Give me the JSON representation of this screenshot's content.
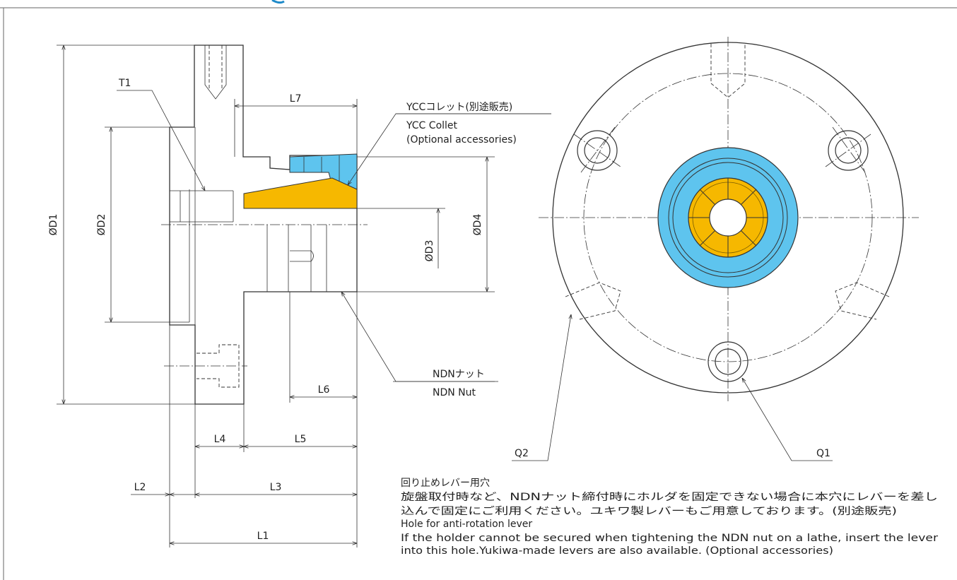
{
  "labels": {
    "d1": "ØD1",
    "d2": "ØD2",
    "d3": "ØD3",
    "d4": "ØD4",
    "t1": "T1",
    "l1": "L1",
    "l2": "L2",
    "l3": "L3",
    "l4": "L4",
    "l5": "L5",
    "l6": "L6",
    "l7": "L7",
    "q1": "Q1",
    "q2": "Q2"
  },
  "callouts": {
    "collet_jp": "YCCコレット(別途販売)",
    "collet_en1": "YCC Collet",
    "collet_en2": "(Optional accessories)",
    "nut_jp": "NDNナット",
    "nut_en": "NDN Nut"
  },
  "notes": {
    "jp_title": "回り止めレバー用穴",
    "jp_line1": "旋盤取付時など、NDNナット締付時にホルダを固定できない場合に本穴にレバーを差し",
    "jp_line2": "込んで固定にご利用ください。ユキワ製レバーもご用意しております。(別途販売)",
    "en_title": "Hole for anti-rotation lever",
    "en_line1": "If the holder cannot be secured when tightening the NDN nut on a lathe, insert the lever",
    "en_line2": "into this hole.Yukiwa-made levers are also available. (Optional accessories)"
  },
  "colors": {
    "collet": "#f6b800",
    "nut": "#5ec4ee",
    "accent": "#1f8ac9"
  }
}
